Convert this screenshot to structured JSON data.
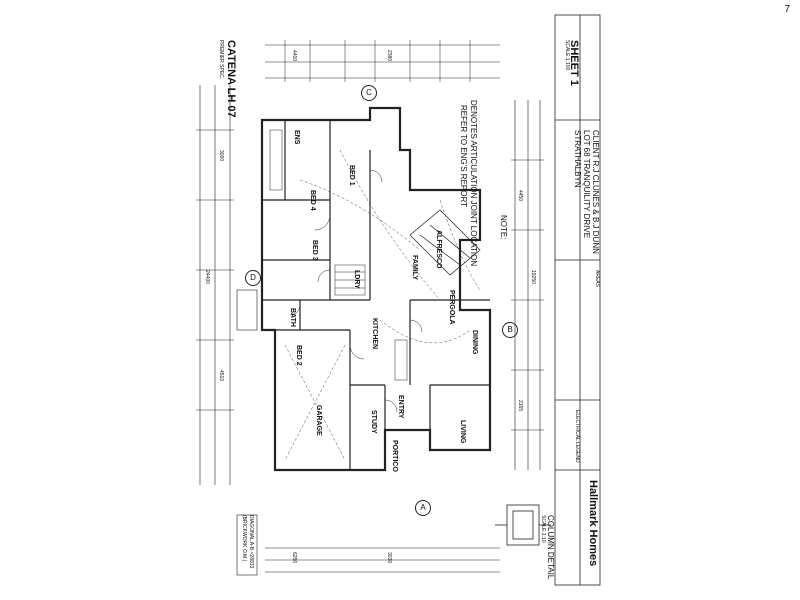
{
  "page_number": "7",
  "title_block": {
    "model": "CATENA LH 07",
    "spec": "PREMIER SPEC.",
    "sheet": "SHEET 1",
    "scale": "SCALE 1:100",
    "client_line1": "CLIENT  R.J CLUNES & B.J DUNN",
    "client_line2": "LOT 68 TRANQUILITY DRIVE",
    "client_line3": "STRATHALBYN",
    "company": "Hallmark Homes",
    "electrical_legend": "ELECTRICAL LEGEND",
    "areas": "AREAS"
  },
  "rooms": {
    "garage": "GARAGE",
    "study": "STUDY",
    "living": "LIVING",
    "dining": "DINING",
    "kitchen": "KITCHEN",
    "family": "FAMILY",
    "bed2": "BED 2",
    "bed3": "BED 3",
    "bed4": "BED 4",
    "ens": "ENS",
    "bath": "BATH",
    "ldry": "LDRY",
    "portico": "PORTICO",
    "entry": "ENTRY",
    "pergola": "PERGOLA",
    "alfresco": "ALFRESCO",
    "bed1": "BED 1"
  },
  "notes": {
    "articulation": "DENOTES ARTICULATION JOINT LOCATION",
    "engineer": "REFER TO ENG'S REPORT",
    "note": "NOTE:",
    "column_detail": "COLUMN DETAIL",
    "column_scale": "SCALE 1:10",
    "diagonal": "DIAGONAL A-B =28833",
    "brickwork": "(BRICKWORK O.M.)"
  },
  "markers": {
    "a": "A",
    "b": "B",
    "c": "C",
    "d": "D"
  },
  "dimensions": {
    "overall_width": "24400",
    "overall_length": "19250",
    "d1": "3000",
    "d2": "4510",
    "d3": "4400",
    "d4": "2380",
    "d5": "6250",
    "d6": "3030",
    "d7": "4450",
    "d8": "2165"
  }
}
